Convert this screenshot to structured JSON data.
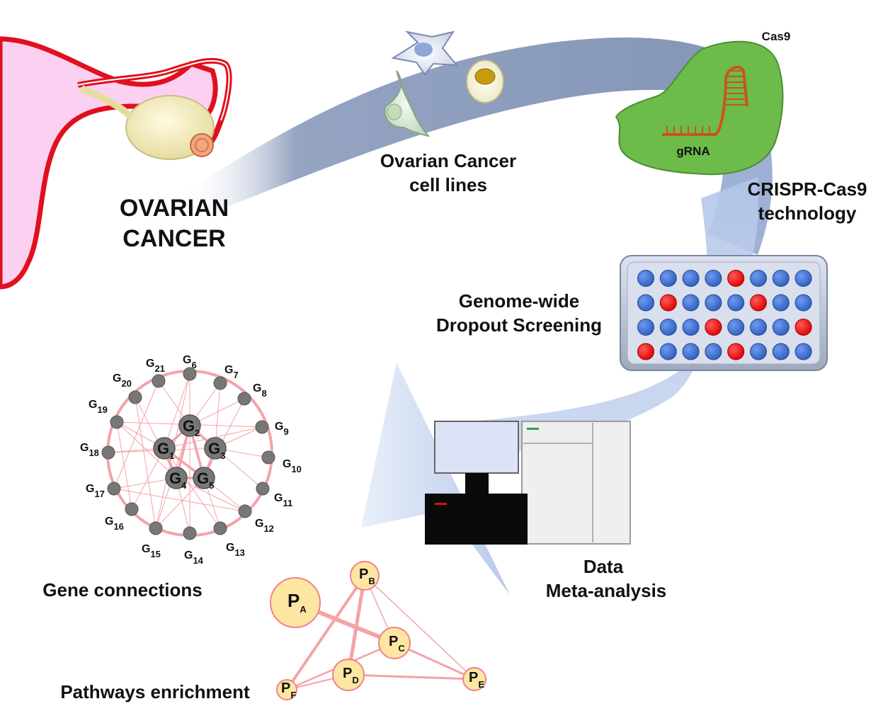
{
  "labels": {
    "ovarian_cancer": [
      "OVARIAN",
      "CANCER"
    ],
    "cell_lines": [
      "Ovarian Cancer",
      "cell lines"
    ],
    "cas9": "Cas9",
    "grna": "gRNA",
    "crispr": [
      "CRISPR-Cas9",
      "technology"
    ],
    "screening": [
      "Genome-wide",
      "Dropout Screening"
    ],
    "data": [
      "Data",
      "Meta-analysis"
    ],
    "gene_connections": "Gene connections",
    "pathways_enrichment": "Pathways enrichment"
  },
  "colors": {
    "arrow": "#8f9fbe",
    "arrow_light": "#c9d6ee",
    "uterus_outline": "#e0101e",
    "uterus_fill": "#fbd0f0",
    "plate_well_blue": "#3a6fd0",
    "plate_well_red": "#ff0000",
    "gene_node": "#777777",
    "gene_edge": "#f4a3a8",
    "pathway_node": "#fde6a2",
    "pathway_edge": "#f4a3a8",
    "cas9_green": "#6dbb4a",
    "grna_orange": "#c8561a"
  },
  "plate_wells": [
    [
      "b",
      "b",
      "b",
      "b",
      "r",
      "b",
      "b",
      "b"
    ],
    [
      "b",
      "r",
      "b",
      "b",
      "b",
      "r",
      "b",
      "b"
    ],
    [
      "b",
      "b",
      "b",
      "r",
      "b",
      "b",
      "b",
      "r"
    ],
    [
      "r",
      "b",
      "b",
      "b",
      "r",
      "b",
      "b",
      "b"
    ]
  ],
  "gene_network": {
    "outer_nodes": [
      {
        "g": "G",
        "sub": "6"
      },
      {
        "g": "G",
        "sub": "7"
      },
      {
        "g": "G",
        "sub": "8"
      },
      {
        "g": "G",
        "sub": "9"
      },
      {
        "g": "G",
        "sub": "10"
      },
      {
        "g": "G",
        "sub": "11"
      },
      {
        "g": "G",
        "sub": "12"
      },
      {
        "g": "G",
        "sub": "13"
      },
      {
        "g": "G",
        "sub": "14"
      },
      {
        "g": "G",
        "sub": "15"
      },
      {
        "g": "G",
        "sub": "16"
      },
      {
        "g": "G",
        "sub": "17"
      },
      {
        "g": "G",
        "sub": "18"
      },
      {
        "g": "G",
        "sub": "19"
      },
      {
        "g": "G",
        "sub": "20"
      },
      {
        "g": "G",
        "sub": "21"
      }
    ],
    "inner_nodes": [
      {
        "g": "G",
        "sub": "1"
      },
      {
        "g": "G",
        "sub": "2"
      },
      {
        "g": "G",
        "sub": "3"
      },
      {
        "g": "G",
        "sub": "4"
      },
      {
        "g": "G",
        "sub": "5"
      }
    ]
  },
  "pathway_network": {
    "nodes": [
      {
        "p": "P",
        "sub": "A"
      },
      {
        "p": "P",
        "sub": "B"
      },
      {
        "p": "P",
        "sub": "C"
      },
      {
        "p": "P",
        "sub": "D"
      },
      {
        "p": "P",
        "sub": "E"
      },
      {
        "p": "P",
        "sub": "F"
      }
    ]
  }
}
